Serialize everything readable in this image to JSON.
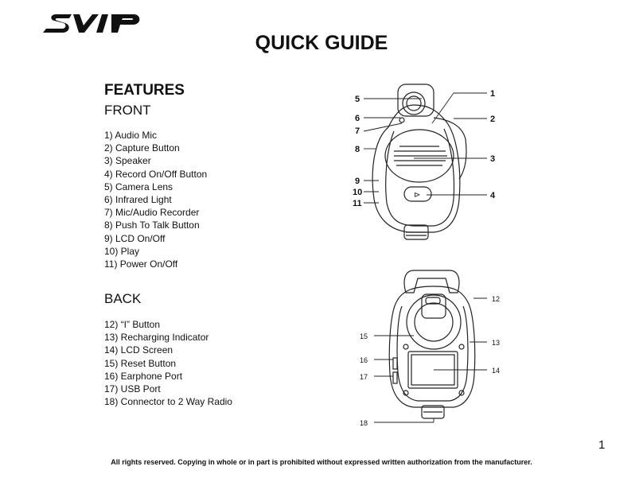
{
  "logo_text": "SVIP",
  "title": "QUICK GUIDE",
  "features_heading": "FEATURES",
  "front_heading": "FRONT",
  "front_items": [
    "1) Audio Mic",
    "2) Capture Button",
    "3) Speaker",
    "4) Record On/Off Button",
    "5) Camera Lens",
    "6) Infrared Light",
    "7) Mic/Audio Recorder",
    "8) Push To Talk Button",
    "9) LCD On/Off",
    "10) Play",
    "11) Power On/Off"
  ],
  "back_heading": "BACK",
  "back_items": [
    "12) “I” Button",
    "13) Recharging Indicator",
    "14) LCD Screen",
    "15) Reset Button",
    "16) Earphone Port",
    "17) USB Port",
    "18) Connector to 2 Way Radio"
  ],
  "front_callouts": [
    "5",
    "6",
    "7",
    "8",
    "9",
    "10",
    "11",
    "1",
    "2",
    "3",
    "4"
  ],
  "back_callouts": [
    "12",
    "15",
    "13",
    "16",
    "14",
    "17",
    "18"
  ],
  "page_number": "1",
  "footer": "All rights reserved. Copying in whole or in part is prohibited without expressed written authorization from the manufacturer."
}
